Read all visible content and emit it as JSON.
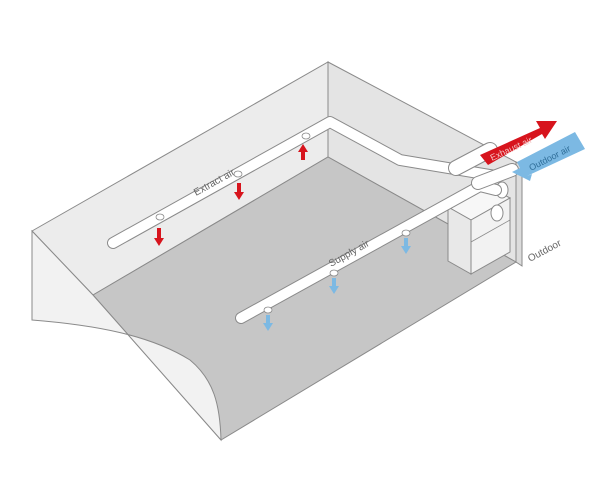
{
  "labels": {
    "extract_air": "Extract air",
    "supply_air": "Supply air",
    "exhaust_air": "Exhaust air",
    "outdoor_air": "Outdoor air",
    "outdoor": "Outdoor"
  },
  "colors": {
    "extract": "#d7141d",
    "supply": "#7cb9e3",
    "floor": "#c6c6c6",
    "wall": "#ececec",
    "outline": "#8a8a8a",
    "duct": "#ffffff"
  }
}
